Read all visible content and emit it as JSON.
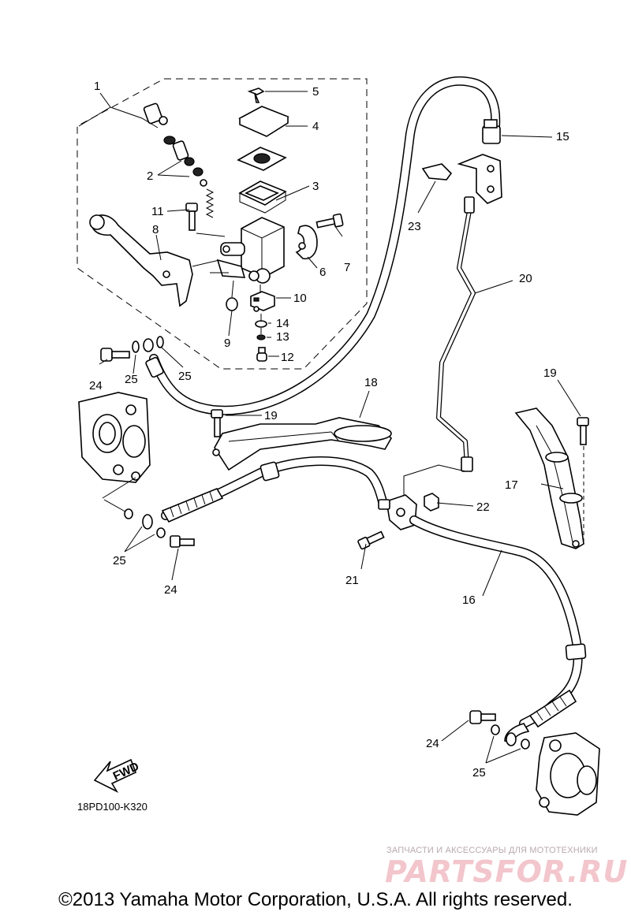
{
  "diagram": {
    "callouts": [
      {
        "id": "1",
        "text": "1"
      },
      {
        "id": "2",
        "text": "2"
      },
      {
        "id": "3",
        "text": "3"
      },
      {
        "id": "4",
        "text": "4"
      },
      {
        "id": "5",
        "text": "5"
      },
      {
        "id": "6",
        "text": "6"
      },
      {
        "id": "7",
        "text": "7"
      },
      {
        "id": "8",
        "text": "8"
      },
      {
        "id": "9",
        "text": "9"
      },
      {
        "id": "10",
        "text": "10"
      },
      {
        "id": "11",
        "text": "11"
      },
      {
        "id": "12",
        "text": "12"
      },
      {
        "id": "13",
        "text": "13"
      },
      {
        "id": "14",
        "text": "14"
      },
      {
        "id": "15",
        "text": "15"
      },
      {
        "id": "16",
        "text": "16"
      },
      {
        "id": "17",
        "text": "17"
      },
      {
        "id": "18",
        "text": "18"
      },
      {
        "id": "19",
        "text": "19"
      },
      {
        "id": "20",
        "text": "20"
      },
      {
        "id": "21",
        "text": "21"
      },
      {
        "id": "22",
        "text": "22"
      },
      {
        "id": "23",
        "text": "23"
      },
      {
        "id": "24",
        "text": "24"
      },
      {
        "id": "25",
        "text": "25"
      }
    ],
    "fwd_label": "FWD",
    "drawing_code": "18PD100-K320"
  },
  "watermark": {
    "tagline": "ЗАПЧАСТИ И АКСЕССУАРЫ ДЛЯ МОТОТЕХНИКИ",
    "brand": "PARTSFOR.RU"
  },
  "footer": {
    "copyright": "©2013 Yamaha Motor Corporation, U.S.A. All rights reserved."
  }
}
